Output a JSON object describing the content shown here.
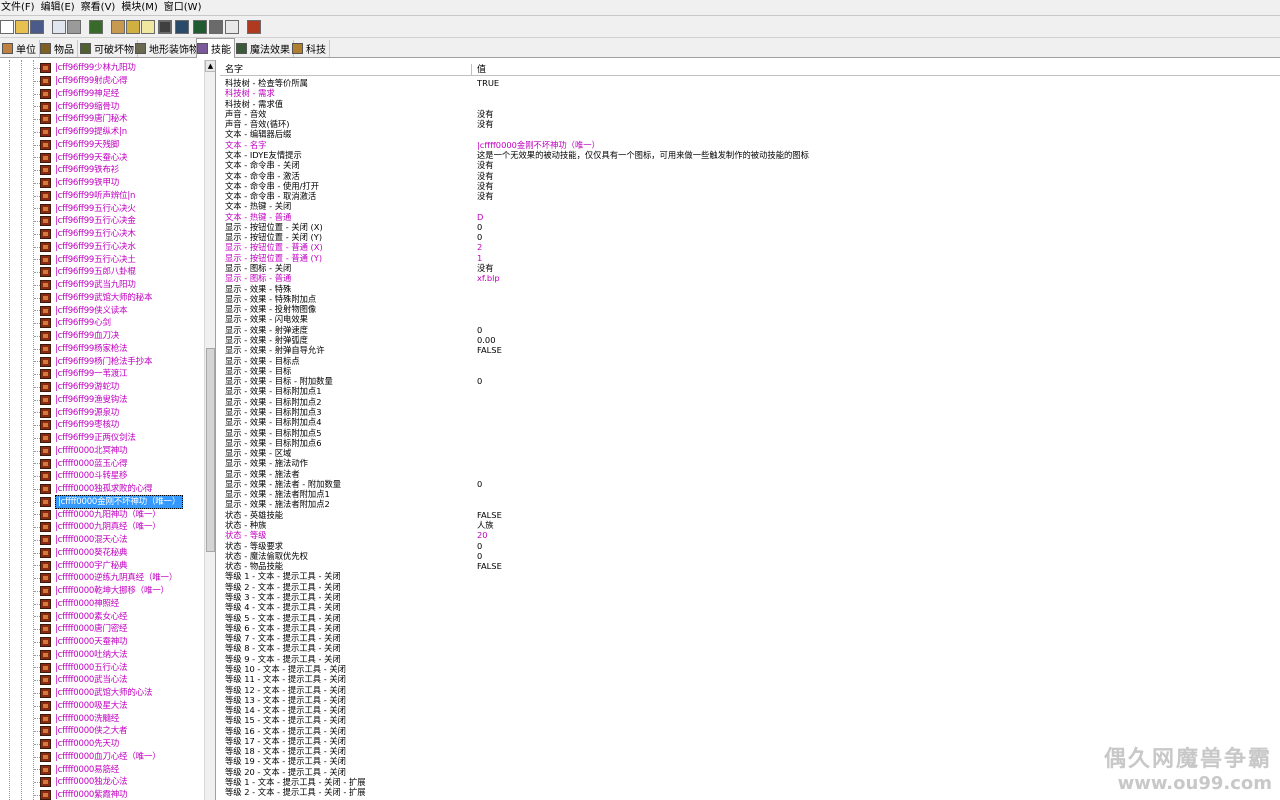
{
  "menu": [
    "文件(F)",
    "编辑(E)",
    "察看(V)",
    "模块(M)",
    "窗口(W)"
  ],
  "tabs": [
    "单位",
    "物品",
    "可破坏物",
    "地形装饰物",
    "技能",
    "魔法效果",
    "科技"
  ],
  "tree_items": [
    "|cff96ff99少林九阳功",
    "|cff96ff99射虎心得",
    "|cff96ff99神足经",
    "|cff96ff99缩骨功",
    "|cff96ff99唐门秘术",
    "|cff96ff99提纵术|n",
    "|cff96ff99天残脚",
    "|cff96ff99天蚕心决",
    "|cff96ff99铁布衫",
    "|cff96ff99铁甲功",
    "|cff96ff99听声辨位|n",
    "|cff96ff99五行心决火",
    "|cff96ff99五行心决金",
    "|cff96ff99五行心决木",
    "|cff96ff99五行心决水",
    "|cff96ff99五行心决土",
    "|cff96ff99五郎八卦棍",
    "|cff96ff99武当九阳功",
    "|cff96ff99武馆大师的秘本",
    "|cff96ff99侠义读本",
    "|cff96ff99心剑",
    "|cff96ff99血刀决",
    "|cff96ff99杨家枪法",
    "|cff96ff99杨门枪法手抄本",
    "|cff96ff99一苇渡江",
    "|cff96ff99游蛇功",
    "|cff96ff99渔叟钩法",
    "|cff96ff99源泉功",
    "|cff96ff99枣核功",
    "|cff96ff99正两仪剑法",
    "|cffff0000北冥神功",
    "|cffff0000蓝玉心得",
    "|cffff0000斗转星移",
    "|cffff0000独孤求败的心得",
    "|cffff0000金刚不坏神功（唯一）",
    "|cffff0000九阳神功（唯一）",
    "|cffff0000九阴真经（唯一）",
    "|cffff0000混天心法",
    "|cffff0000葵花秘典",
    "|cffff0000宇广秘典",
    "|cffff0000逆练九阴真经（唯一）",
    "|cffff0000乾坤大挪移（唯一）",
    "|cffff0000神照经",
    "|cffff0000素女心经",
    "|cffff0000唐门密经",
    "|cffff0000天蚕神功",
    "|cffff0000吐纳大法",
    "|cffff0000五行心法",
    "|cffff0000武当心法",
    "|cffff0000武馆大师的心法",
    "|cffff0000吸星大法",
    "|cffff0000洗髓经",
    "|cffff0000侠之大者",
    "|cffff0000先天功",
    "|cffff0000血刀心经（唯一）",
    "|cffff0000易筋经",
    "|cffff0000独龙心法",
    "|cffff0000紫霞神功"
  ],
  "selected_index": 34,
  "columns": {
    "name": "名字",
    "value": "值"
  },
  "props": [
    {
      "n": "科技树 - 检查等价所属",
      "v": "TRUE",
      "m": false
    },
    {
      "n": "科技树 - 需求",
      "v": "",
      "m": true
    },
    {
      "n": "科技树 - 需求值",
      "v": "",
      "m": false
    },
    {
      "n": "声音 - 音效",
      "v": "没有",
      "m": false
    },
    {
      "n": "声音 - 音效(循环)",
      "v": "没有",
      "m": false
    },
    {
      "n": "文本 - 编辑器后缀",
      "v": "",
      "m": false
    },
    {
      "n": "文本 - 名字",
      "v": "|cffff0000金刚不坏神功（唯一）",
      "m": true
    },
    {
      "n": "文本 - IDYE友情提示",
      "v": "这是一个无效果的被动技能，仅仅具有一个图标，可用来做一些触发制作的被动技能的图标",
      "m": false
    },
    {
      "n": "文本 - 命令串 - 关闭",
      "v": "没有",
      "m": false
    },
    {
      "n": "文本 - 命令串 - 激活",
      "v": "没有",
      "m": false
    },
    {
      "n": "文本 - 命令串 - 使用/打开",
      "v": "没有",
      "m": false
    },
    {
      "n": "文本 - 命令串 - 取消激活",
      "v": "没有",
      "m": false
    },
    {
      "n": "文本 - 热键 - 关闭",
      "v": "",
      "m": false
    },
    {
      "n": "文本 - 热键 - 普通",
      "v": "D",
      "m": true
    },
    {
      "n": "显示 - 按钮位置 - 关闭 (X)",
      "v": "0",
      "m": false
    },
    {
      "n": "显示 - 按钮位置 - 关闭 (Y)",
      "v": "0",
      "m": false
    },
    {
      "n": "显示 - 按钮位置 - 普通 (X)",
      "v": "2",
      "m": true
    },
    {
      "n": "显示 - 按钮位置 - 普通 (Y)",
      "v": "1",
      "m": true
    },
    {
      "n": "显示 - 图标 - 关闭",
      "v": "没有",
      "m": false
    },
    {
      "n": "显示 - 图标 - 普通",
      "v": "xf.blp",
      "m": true
    },
    {
      "n": "显示 - 效果 - 特殊",
      "v": "",
      "m": false
    },
    {
      "n": "显示 - 效果 - 特殊附加点",
      "v": "",
      "m": false
    },
    {
      "n": "显示 - 效果 - 投射物图像",
      "v": "",
      "m": false
    },
    {
      "n": "显示 - 效果 - 闪电效果",
      "v": "",
      "m": false
    },
    {
      "n": "显示 - 效果 - 射弹速度",
      "v": "0",
      "m": false
    },
    {
      "n": "显示 - 效果 - 射弹弧度",
      "v": "0.00",
      "m": false
    },
    {
      "n": "显示 - 效果 - 射弹自导允许",
      "v": "FALSE",
      "m": false
    },
    {
      "n": "显示 - 效果 - 目标点",
      "v": "",
      "m": false
    },
    {
      "n": "显示 - 效果 - 目标",
      "v": "",
      "m": false
    },
    {
      "n": "显示 - 效果 - 目标 - 附加数量",
      "v": "0",
      "m": false
    },
    {
      "n": "显示 - 效果 - 目标附加点1",
      "v": "",
      "m": false
    },
    {
      "n": "显示 - 效果 - 目标附加点2",
      "v": "",
      "m": false
    },
    {
      "n": "显示 - 效果 - 目标附加点3",
      "v": "",
      "m": false
    },
    {
      "n": "显示 - 效果 - 目标附加点4",
      "v": "",
      "m": false
    },
    {
      "n": "显示 - 效果 - 目标附加点5",
      "v": "",
      "m": false
    },
    {
      "n": "显示 - 效果 - 目标附加点6",
      "v": "",
      "m": false
    },
    {
      "n": "显示 - 效果 - 区域",
      "v": "",
      "m": false
    },
    {
      "n": "显示 - 效果 - 施法动作",
      "v": "",
      "m": false
    },
    {
      "n": "显示 - 效果 - 施法者",
      "v": "",
      "m": false
    },
    {
      "n": "显示 - 效果 - 施法者 - 附加数量",
      "v": "0",
      "m": false
    },
    {
      "n": "显示 - 效果 - 施法者附加点1",
      "v": "",
      "m": false
    },
    {
      "n": "显示 - 效果 - 施法者附加点2",
      "v": "",
      "m": false
    },
    {
      "n": "状态 - 英雄技能",
      "v": "FALSE",
      "m": false
    },
    {
      "n": "状态 - 种族",
      "v": "人族",
      "m": false
    },
    {
      "n": "状态 - 等级",
      "v": "20",
      "m": true
    },
    {
      "n": "状态 - 等级要求",
      "v": "0",
      "m": false
    },
    {
      "n": "状态 - 魔法偷取优先权",
      "v": "0",
      "m": false
    },
    {
      "n": "状态 - 物品技能",
      "v": "FALSE",
      "m": false
    },
    {
      "n": "等级 1 - 文本 - 提示工具 - 关闭",
      "v": "",
      "m": false
    },
    {
      "n": "等级 2 - 文本 - 提示工具 - 关闭",
      "v": "",
      "m": false
    },
    {
      "n": "等级 3 - 文本 - 提示工具 - 关闭",
      "v": "",
      "m": false
    },
    {
      "n": "等级 4 - 文本 - 提示工具 - 关闭",
      "v": "",
      "m": false
    },
    {
      "n": "等级 5 - 文本 - 提示工具 - 关闭",
      "v": "",
      "m": false
    },
    {
      "n": "等级 6 - 文本 - 提示工具 - 关闭",
      "v": "",
      "m": false
    },
    {
      "n": "等级 7 - 文本 - 提示工具 - 关闭",
      "v": "",
      "m": false
    },
    {
      "n": "等级 8 - 文本 - 提示工具 - 关闭",
      "v": "",
      "m": false
    },
    {
      "n": "等级 9 - 文本 - 提示工具 - 关闭",
      "v": "",
      "m": false
    },
    {
      "n": "等级 10 - 文本 - 提示工具 - 关闭",
      "v": "",
      "m": false
    },
    {
      "n": "等级 11 - 文本 - 提示工具 - 关闭",
      "v": "",
      "m": false
    },
    {
      "n": "等级 12 - 文本 - 提示工具 - 关闭",
      "v": "",
      "m": false
    },
    {
      "n": "等级 13 - 文本 - 提示工具 - 关闭",
      "v": "",
      "m": false
    },
    {
      "n": "等级 14 - 文本 - 提示工具 - 关闭",
      "v": "",
      "m": false
    },
    {
      "n": "等级 15 - 文本 - 提示工具 - 关闭",
      "v": "",
      "m": false
    },
    {
      "n": "等级 16 - 文本 - 提示工具 - 关闭",
      "v": "",
      "m": false
    },
    {
      "n": "等级 17 - 文本 - 提示工具 - 关闭",
      "v": "",
      "m": false
    },
    {
      "n": "等级 18 - 文本 - 提示工具 - 关闭",
      "v": "",
      "m": false
    },
    {
      "n": "等级 19 - 文本 - 提示工具 - 关闭",
      "v": "",
      "m": false
    },
    {
      "n": "等级 20 - 文本 - 提示工具 - 关闭",
      "v": "",
      "m": false
    },
    {
      "n": "等级 1 - 文本 - 提示工具 - 关闭 - 扩展",
      "v": "",
      "m": false
    },
    {
      "n": "等级 2 - 文本 - 提示工具 - 关闭 - 扩展",
      "v": "",
      "m": false
    }
  ],
  "watermark": {
    "line1": "偶久网魔兽争霸",
    "line2": "www.ou99.com"
  }
}
